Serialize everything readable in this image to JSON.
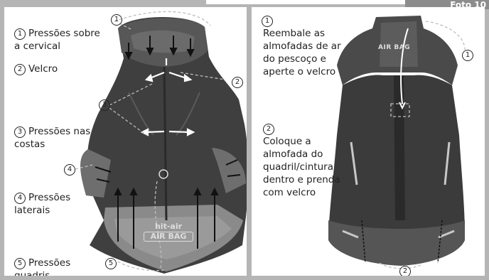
{
  "photo_label": "Foto 10",
  "left_panel": {
    "labels": [
      {
        "num": "1",
        "text": "Pressões sobre\na cervical"
      },
      {
        "num": "2",
        "text": "Velcro"
      },
      {
        "num": "3",
        "text": "Pressões nas\ncostas"
      },
      {
        "num": "4",
        "text": "Pressões\nlaterais"
      },
      {
        "num": "5",
        "text": "Pressões\nquadris"
      }
    ],
    "markers": [
      "1",
      "2",
      "3",
      "4",
      "5"
    ],
    "vest_logo": "hit-air",
    "vest_logo_sub": "AIR BAG"
  },
  "right_panel": {
    "steps": [
      {
        "num": "1",
        "text": "Reembale as\nalmofadas de ar\ndo pescoço e\naperte o velcro"
      },
      {
        "num": "2",
        "text": "Coloque a\nalmofada do\nquadril/cintura\ndentro e prenda\ncom velcro"
      }
    ],
    "markers": [
      "1",
      "2"
    ],
    "vest_logo": "AIR BAG"
  },
  "colors": {
    "frame": "#b5b5b5",
    "vest_dark": "#3b3b3b",
    "vest_mid": "#555555",
    "vest_light": "#8a8a8a",
    "arrow": "#1a1a1a",
    "arrow_white": "#ffffff"
  }
}
